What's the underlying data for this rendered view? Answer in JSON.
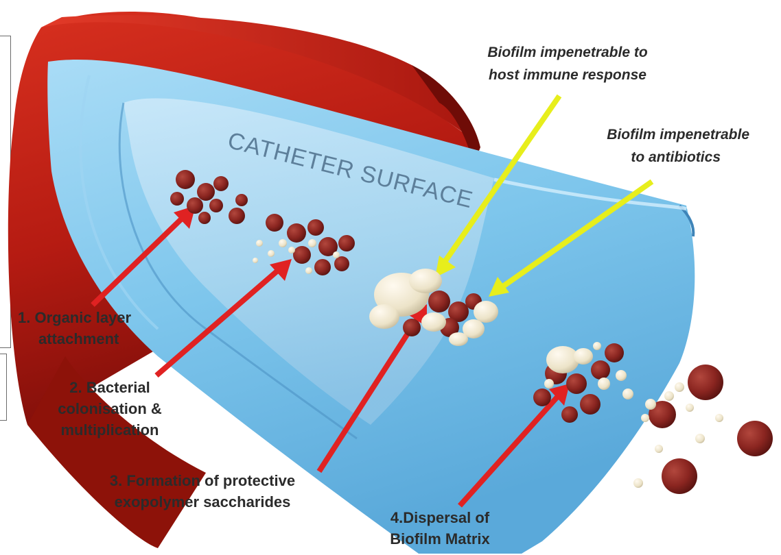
{
  "title": "CATHETER SURFACE",
  "stages": [
    {
      "id": "organic-layer",
      "lines": [
        "1. Organic layer",
        "attachment"
      ]
    },
    {
      "id": "bacterial-colonisation",
      "lines": [
        "2. Bacterial",
        "colonisation &",
        "multiplication"
      ]
    },
    {
      "id": "exopolymer",
      "lines": [
        "3. Formation of protective",
        "exopolymer saccharides"
      ]
    },
    {
      "id": "dispersal",
      "lines": [
        "4.Dispersal of",
        "Biofilm Matrix"
      ]
    }
  ],
  "callouts": [
    {
      "id": "immune",
      "lines": [
        "Biofilm impenetrable to",
        "host immune response"
      ]
    },
    {
      "id": "antibiotics",
      "lines": [
        "Biofilm impenetrable",
        "to antibiotics"
      ]
    }
  ],
  "colors": {
    "vessel_red": "#b51b12",
    "vessel_dark": "#7c0e09",
    "catheter_blue": "#7fc6ee",
    "catheter_inner": "#b9e2f6",
    "surface_text": "#5d7f9a",
    "stage_arrow": "#e02222",
    "callout_arrow": "#e7ee1c",
    "bacteria": "#8a2520",
    "matrix": "#ece3c8",
    "label_text": "#2b2b2b"
  }
}
